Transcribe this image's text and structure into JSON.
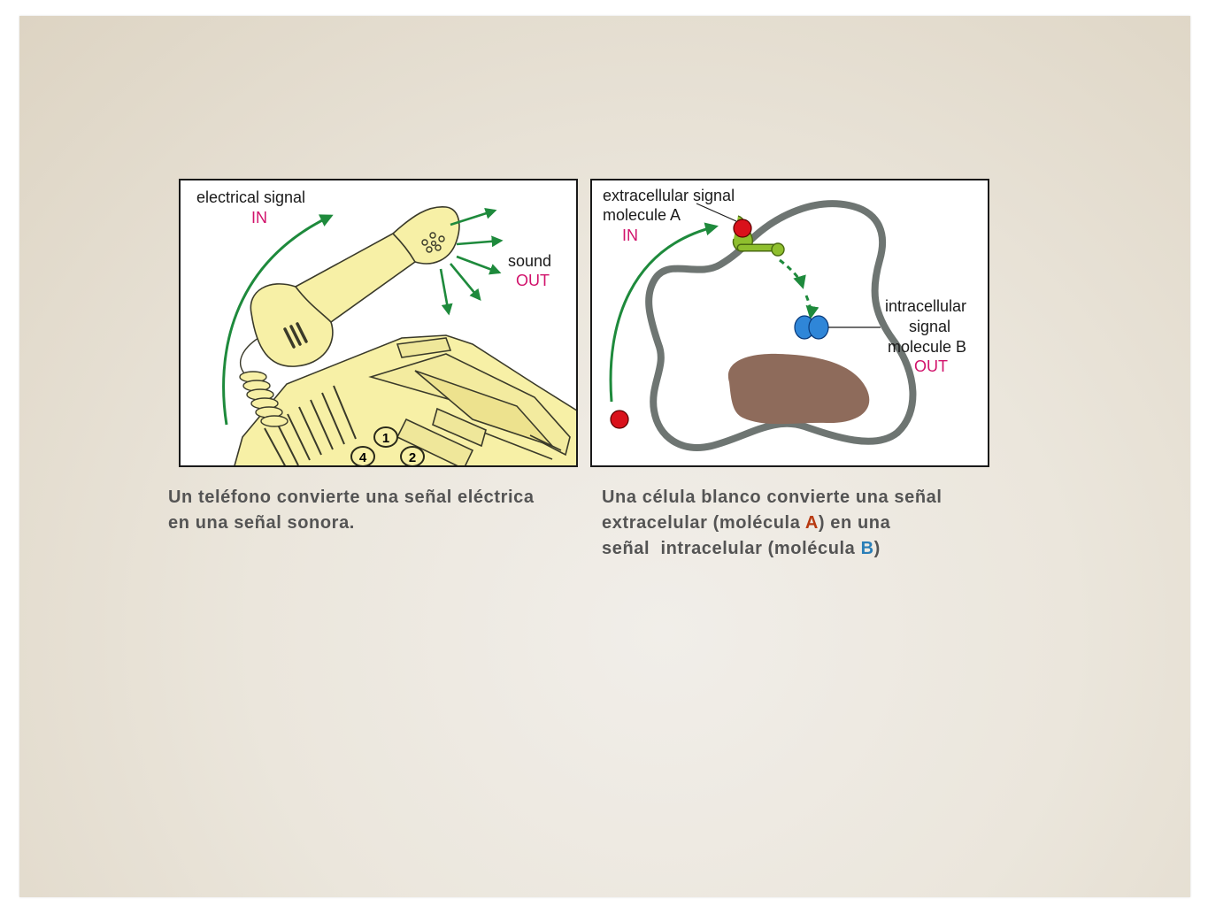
{
  "phone_panel": {
    "input_label": "electrical signal",
    "input_tag": "IN",
    "output_label": "sound",
    "output_tag": "OUT",
    "keypad_keys": [
      "1",
      "2",
      "4"
    ]
  },
  "cell_panel": {
    "input_label_line1": "extracellular signal",
    "input_label_line2": "molecule A",
    "input_tag": "IN",
    "output_label_line1": "intracellular",
    "output_label_line2": "signal",
    "output_label_line3": "molecule B",
    "output_tag": "OUT"
  },
  "captions": {
    "phone_line1": "Un teléfono convierte una señal eléctrica",
    "phone_line2": "en una señal sonora.",
    "cell_line1": "Una célula blanco convierte una señal",
    "cell_line2_pre": "extracelular (molécula ",
    "cell_line2_a": "A",
    "cell_line2_post": ") en una",
    "cell_line3_pre": "señal  intracelular (molécula ",
    "cell_line3_b": "B",
    "cell_line3_post": ")"
  },
  "colors": {
    "arrow_green": "#1e8a3c",
    "label_magenta": "#d1126b",
    "phone_yellow": "#f7f0a6",
    "membrane_gray": "#6e7572",
    "nucleus_brown": "#8e6b5b",
    "molecule_a_red": "#d9111b",
    "molecule_b_blue": "#2f86d8",
    "receptor_green": "#8fbf2e"
  }
}
